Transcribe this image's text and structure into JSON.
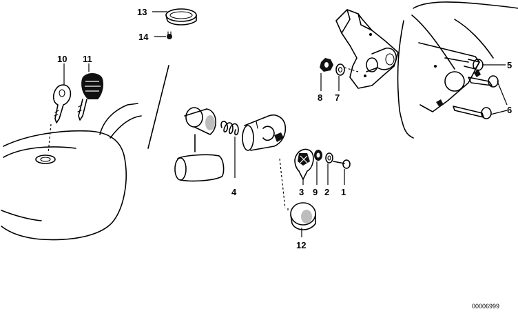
{
  "callouts": [
    {
      "id": "1",
      "label": "1"
    },
    {
      "id": "2",
      "label": "2"
    },
    {
      "id": "3",
      "label": "3"
    },
    {
      "id": "4",
      "label": "4"
    },
    {
      "id": "5",
      "label": "5"
    },
    {
      "id": "6",
      "label": "6"
    },
    {
      "id": "7",
      "label": "7"
    },
    {
      "id": "8",
      "label": "8"
    },
    {
      "id": "9",
      "label": "9"
    },
    {
      "id": "10",
      "label": "10"
    },
    {
      "id": "11",
      "label": "11"
    },
    {
      "id": "12",
      "label": "12"
    },
    {
      "id": "13",
      "label": "13"
    },
    {
      "id": "14",
      "label": "14"
    }
  ],
  "diagram_id": "00006999",
  "colors": {
    "ink": "#000000",
    "background": "#ffffff",
    "shading": "#bdbdbd"
  }
}
